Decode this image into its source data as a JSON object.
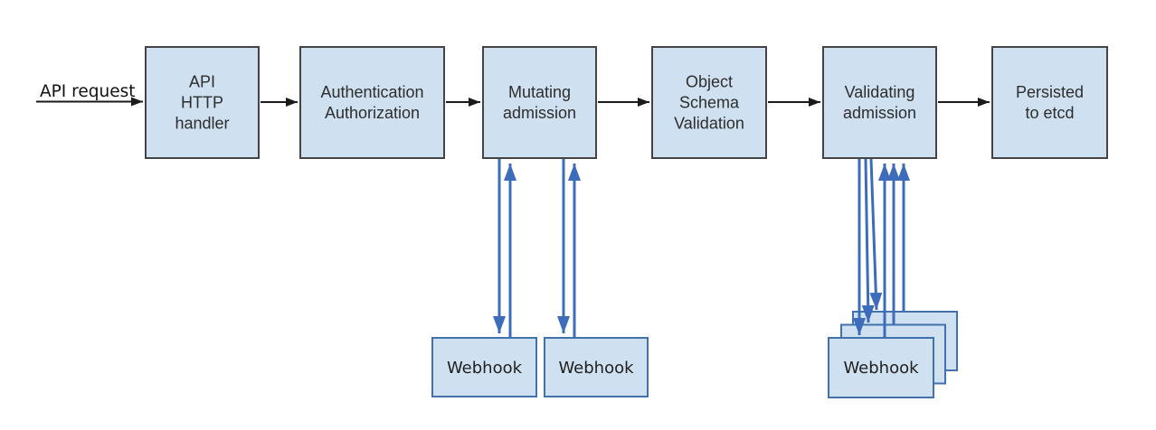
{
  "diagram": {
    "request_label": "API request",
    "nodes": [
      {
        "id": "api-http-handler",
        "lines": [
          "API",
          "HTTP",
          "handler"
        ]
      },
      {
        "id": "authentication-authorization",
        "lines": [
          "Authentication",
          "Authorization"
        ]
      },
      {
        "id": "mutating-admission",
        "lines": [
          "Mutating",
          "admission"
        ]
      },
      {
        "id": "object-schema-validation",
        "lines": [
          "Object",
          "Schema",
          "Validation"
        ]
      },
      {
        "id": "validating-admission",
        "lines": [
          "Validating",
          "admission"
        ]
      },
      {
        "id": "persisted-to-etcd",
        "lines": [
          "Persisted",
          "to etcd"
        ]
      }
    ],
    "webhooks": {
      "mutating": [
        {
          "label": "Webhook"
        },
        {
          "label": "Webhook"
        }
      ],
      "validating": [
        {
          "label": "Webhook"
        },
        {
          "label": "Webhook"
        },
        {
          "label": "Webhook"
        }
      ]
    },
    "colors": {
      "box_fill": "#cfe0f0",
      "box_border": "#444444",
      "webhook_border": "#4272ab",
      "flow_arrow": "#1a1a1a",
      "webhook_arrow": "#3d6cba",
      "text": "#2d2d2d"
    }
  }
}
